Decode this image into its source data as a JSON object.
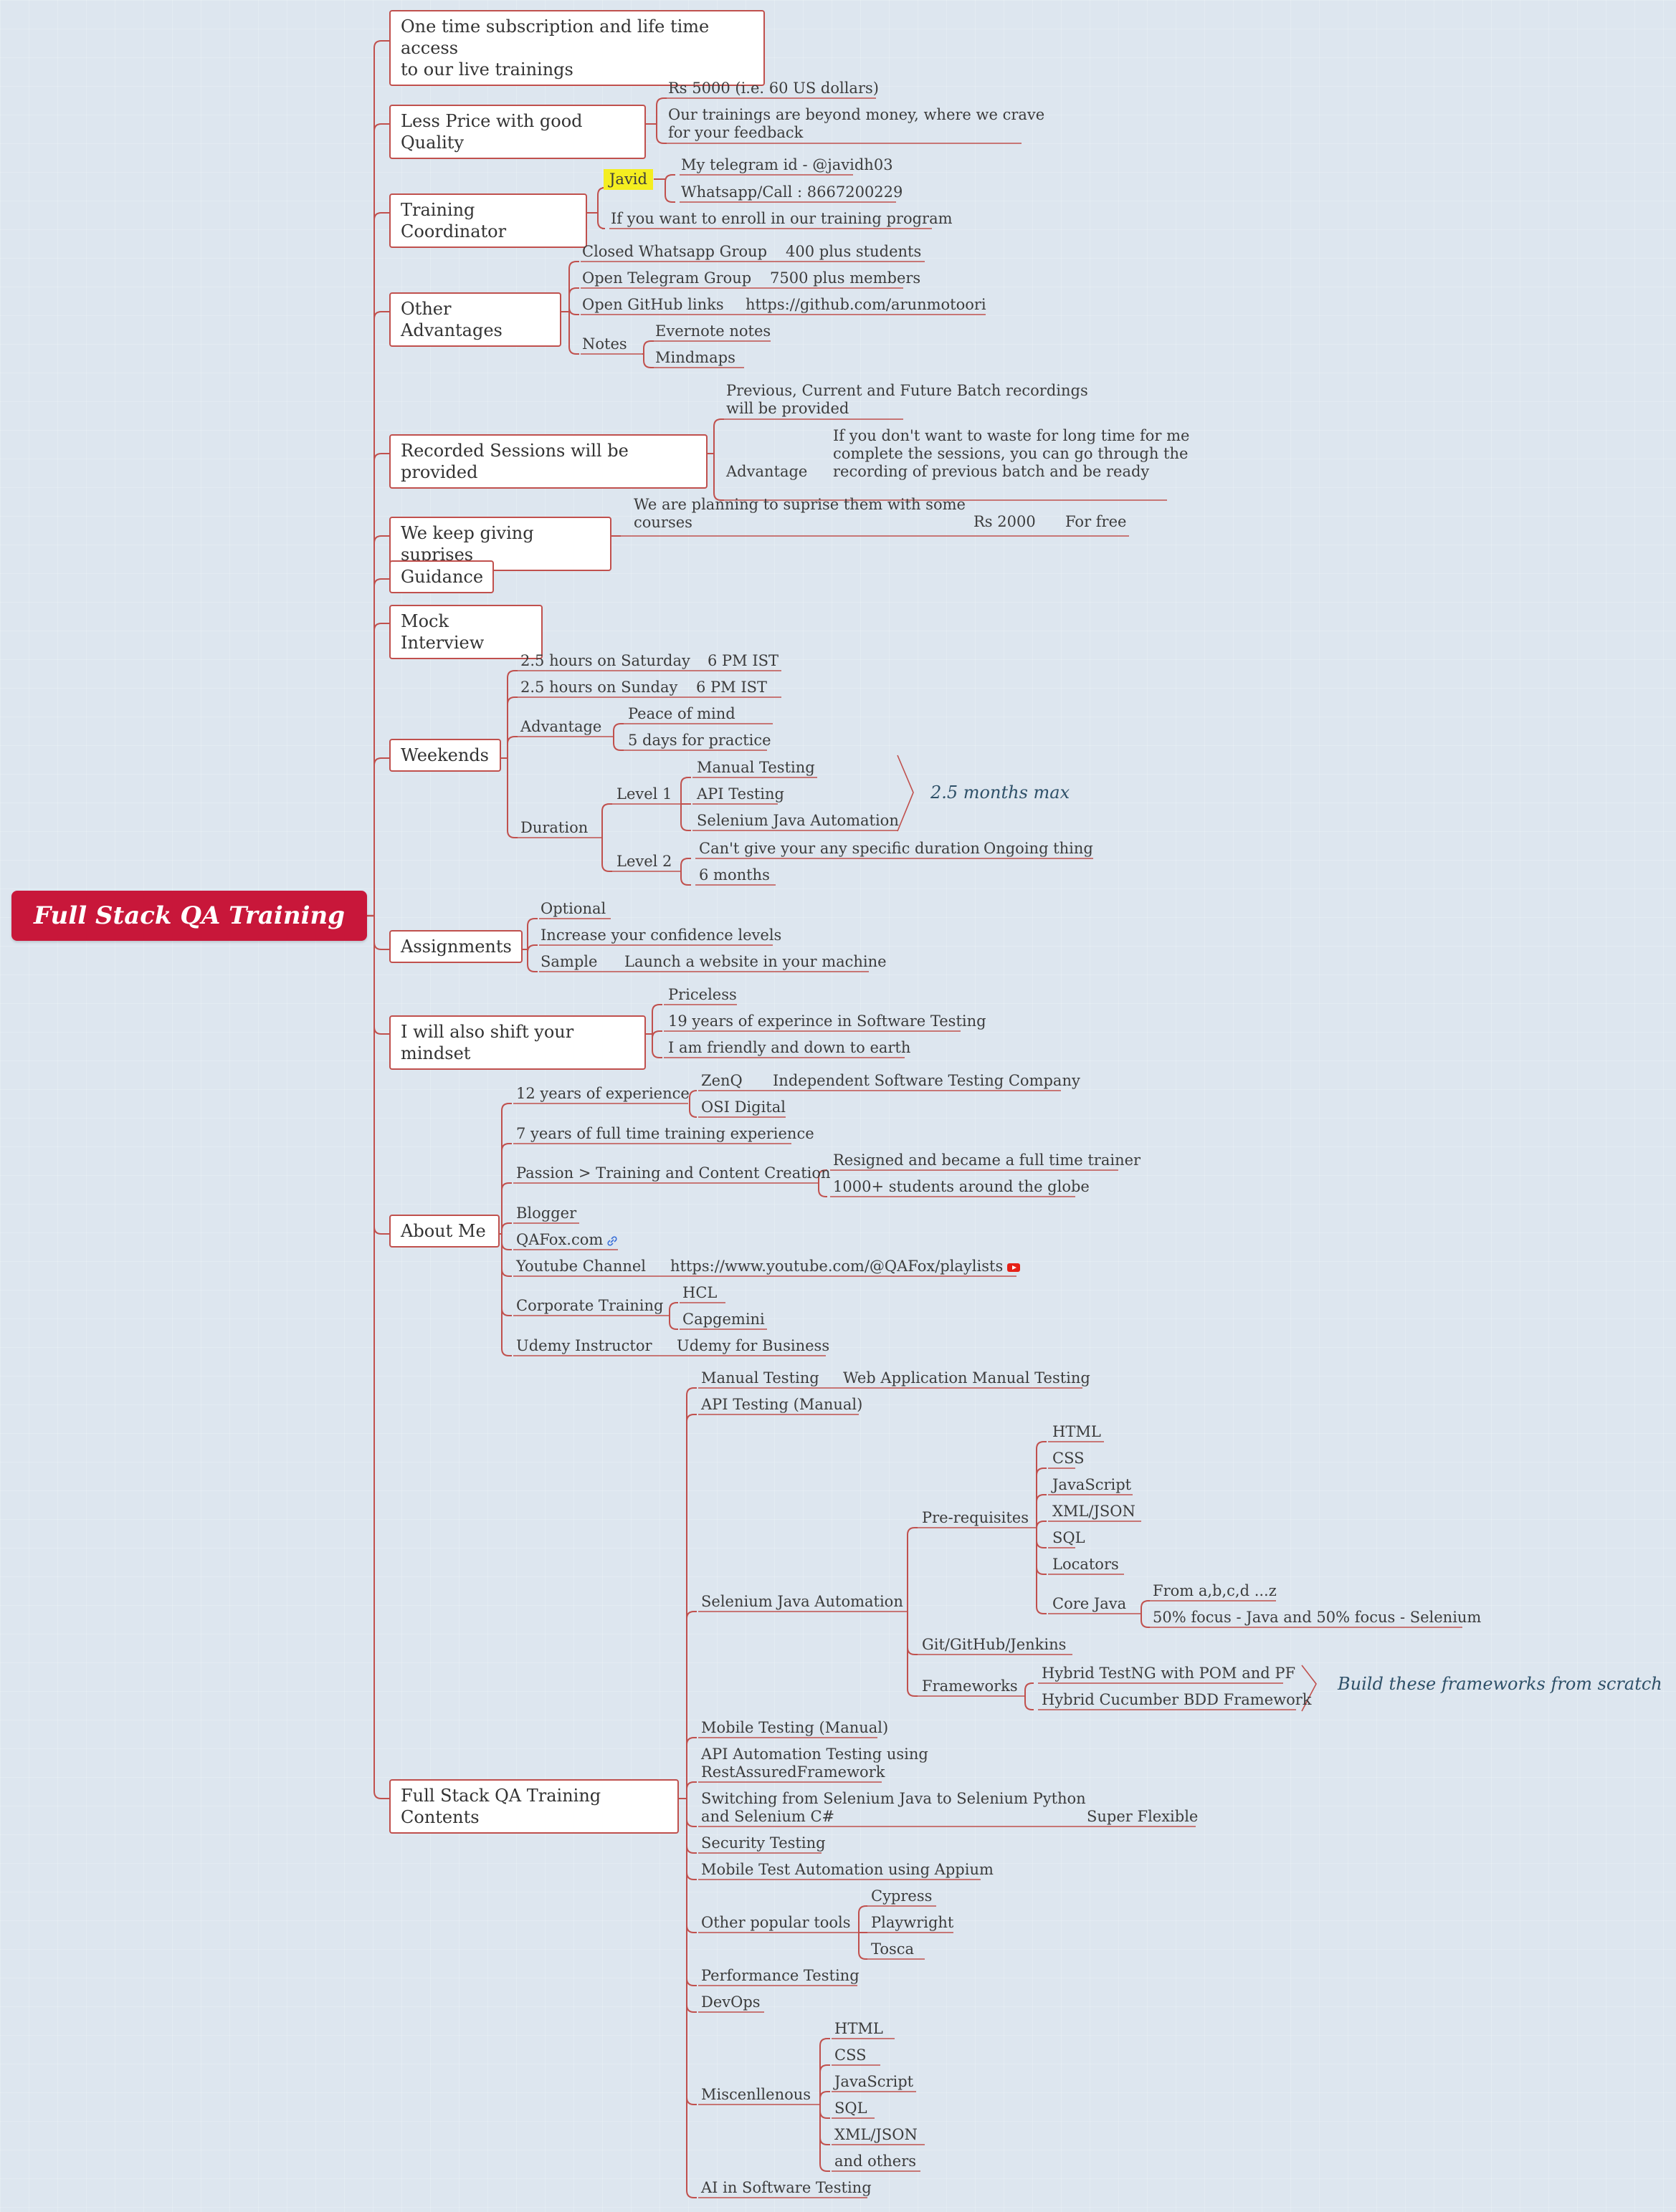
{
  "root": "Full Stack QA Training",
  "topics": {
    "subscription": "One time subscription and life time access\nto our live trainings",
    "price": "Less Price with good Quality",
    "coordinator": "Training Coordinator",
    "advantages": "Other Advantages",
    "recorded": "Recorded Sessions will be provided",
    "surprises": "We keep giving suprises",
    "guidance": "Guidance",
    "mock": "Mock Interview",
    "weekends": "Weekends",
    "assignments": "Assignments",
    "mindset": "I will also shift your mindset",
    "about": "About Me",
    "contents": "Full Stack QA Training Contents"
  },
  "price": {
    "cost": "Rs 5000  (i.e. 60 US dollars)",
    "beyond": "Our trainings are beyond money, where we crave\nfor your feedback"
  },
  "coordinator": {
    "name": "Javid",
    "telegram": "My telegram id - @javidh03",
    "whatsapp": "Whatsapp/Call : 8667200229",
    "enroll": "If you want to enroll in our training program"
  },
  "advantages": {
    "whatsapp_group": "Closed Whatsapp Group",
    "whatsapp_count": "400 plus students",
    "telegram_group": "Open Telegram Group",
    "telegram_count": "7500 plus members",
    "github": "Open GitHub links",
    "github_url": "https://github.com/arunmotoori",
    "notes": "Notes",
    "evernote": "Evernote notes",
    "mindmaps": "Mindmaps"
  },
  "recorded": {
    "recordings": "Previous, Current and Future Batch recordings\nwill be provided",
    "advantage": "Advantage",
    "advantage_text": "If you don't want to waste for long time for me\ncomplete the sessions, you can go through the\nrecording of previous batch and be ready"
  },
  "surprises": {
    "plan": "We are planning to suprise them with some\ncourses",
    "price": "Rs 2000",
    "free": "For free"
  },
  "weekends": {
    "saturday": "2.5 hours on Saturday",
    "saturday_time": "6 PM IST",
    "sunday": "2.5 hours on Sunday",
    "sunday_time": "6 PM IST",
    "advantage": "Advantage",
    "peace": "Peace of mind",
    "practice": "5 days for practice",
    "duration": "Duration",
    "level1": "Level 1",
    "manual": "Manual Testing",
    "api": "API Testing",
    "selenium": "Selenium Java Automation",
    "level1_note": "2.5 months max",
    "level2": "Level 2",
    "cant": "Can't give your any specific duration",
    "ongoing": "Ongoing thing",
    "six": "6 months"
  },
  "assignments": {
    "optional": "Optional",
    "confidence": "Increase your confidence levels",
    "sample": "Sample",
    "launch": "Launch a website in your machine"
  },
  "mindset": {
    "priceless": "Priceless",
    "years": "19 years of experince in Software Testing",
    "friendly": "I am friendly and down to earth"
  },
  "about": {
    "exp12": "12 years of experience",
    "zenq": "ZenQ",
    "independent": "Independent Software Testing Company",
    "osi": "OSI Digital",
    "exp7": "7 years of full time training experience",
    "passion": "Passion > Training and Content Creation",
    "resigned": "Resigned and became a full time trainer",
    "students": "1000+ students around the globe",
    "blogger": "Blogger",
    "qafox": "QAFox.com",
    "youtube": "Youtube Channel",
    "youtube_url": "https://www.youtube.com/@QAFox/playlists",
    "corporate": "Corporate Training",
    "hcl": "HCL",
    "capgemini": "Capgemini",
    "udemy": "Udemy Instructor",
    "udemy_business": "Udemy for Business"
  },
  "contents": {
    "manual": "Manual Testing",
    "web_manual": "Web Application Manual Testing",
    "api_manual": "API Testing (Manual)",
    "selenium": "Selenium Java Automation",
    "prereq": "Pre-requisites",
    "html": "HTML",
    "css": "CSS",
    "js": "JavaScript",
    "xml": "XML/JSON",
    "sql": "SQL",
    "locators": "Locators",
    "core_java": "Core Java",
    "abcd": "From a,b,c,d ...z",
    "focus": "50% focus - Java and 50% focus - Selenium",
    "git": "Git/GitHub/Jenkins",
    "frameworks": "Frameworks",
    "testng": "Hybrid TestNG with POM and PF",
    "cucumber": "Hybrid Cucumber BDD Framework",
    "frameworks_note": "Build these frameworks from scratch",
    "mobile_manual": "Mobile Testing (Manual)",
    "restassured": "API Automation Testing using\nRestAssuredFramework",
    "switching": "Switching from Selenium Java to Selenium Python\nand Selenium C#",
    "flexible": "Super Flexible",
    "security": "Security Testing",
    "appium": "Mobile Test Automation using Appium",
    "other_tools": "Other popular tools",
    "cypress": "Cypress",
    "playwright": "Playwright",
    "tosca": "Tosca",
    "performance": "Performance Testing",
    "devops": "DevOps",
    "misc": "Miscenllenous",
    "m_html": "HTML",
    "m_css": "CSS",
    "m_js": "JavaScript",
    "m_sql": "SQL",
    "m_xml": "XML/JSON",
    "m_others": "and others",
    "ai": "AI in Software Testing"
  }
}
